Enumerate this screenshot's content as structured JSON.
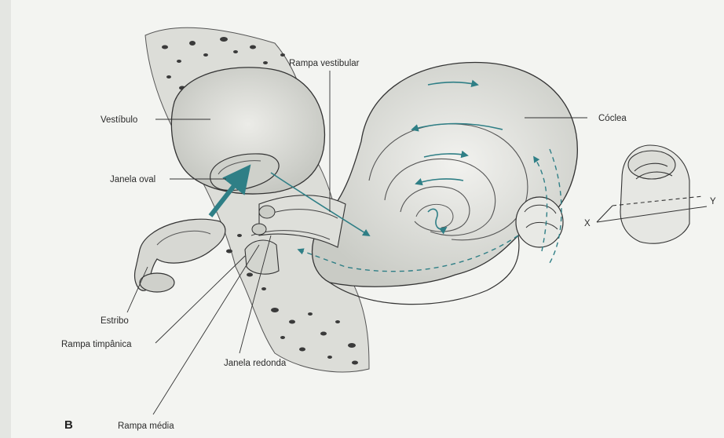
{
  "figure_label": "B",
  "labels": {
    "vestibulo": "Vestíbulo",
    "janela_oval": "Janela oval",
    "estribo": "Estribo",
    "rampa_timpanica": "Rampa timpânica",
    "rampa_media": "Rampa média",
    "janela_redonda": "Janela redonda",
    "rampa_vestibular": "Rampa vestibular",
    "coclea": "Cóclea",
    "axis_x": "X",
    "axis_y": "Y"
  },
  "colors": {
    "arrow": "#2f7f86",
    "ink": "#2b2b2b",
    "background": "#f3f4f1",
    "bone_shading": "#d9dbd6"
  }
}
